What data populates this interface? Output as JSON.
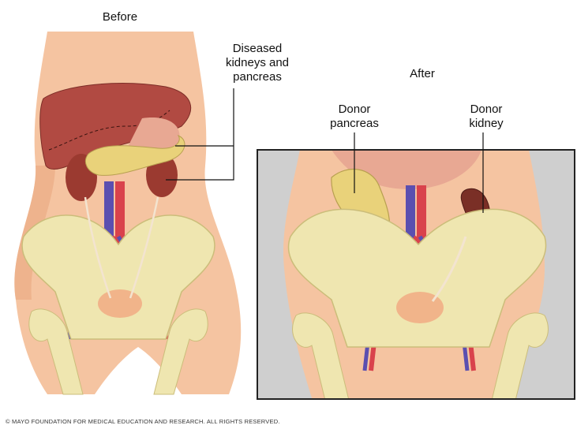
{
  "panels": {
    "before": {
      "title": "Before"
    },
    "after": {
      "title": "After"
    }
  },
  "labels": {
    "diseased": "Diseased\nkidneys and\npancreas",
    "donor_pancreas": "Donor\npancreas",
    "donor_kidney": "Donor\nkidney"
  },
  "footer": {
    "copyright": "© MAYO FOUNDATION FOR MEDICAL EDUCATION AND RESEARCH. ALL RIGHTS RESERVED."
  },
  "colors": {
    "skin": "#f5c4a1",
    "skin_shadow": "#e9a880",
    "bone": "#efe6b0",
    "liver": "#b14a42",
    "kidney": "#9b3a30",
    "pancreas": "#e9d27a",
    "artery": "#d9424c",
    "vein": "#5b4fb0",
    "bladder": "#f1b48a",
    "after_bg": "#cfcfcf",
    "frame": "#222222"
  }
}
